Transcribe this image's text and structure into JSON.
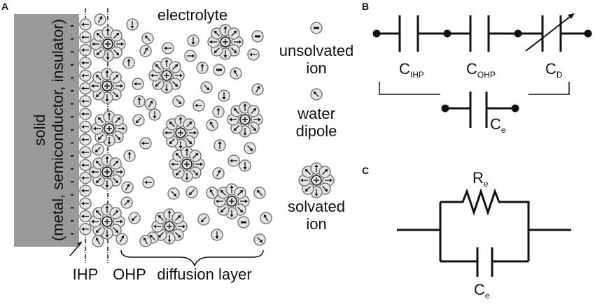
{
  "panels": {
    "a": "A",
    "b": "B",
    "c": "C"
  },
  "panel_a": {
    "solid_label_line1": "solid",
    "solid_label_line2": "(metal, semiconductor, insulator)",
    "electrolyte_label": "electrolyte",
    "ihp_label": "IHP",
    "ohp_label": "OHP",
    "diffusion_label": "diffusion layer",
    "legend": {
      "unsolvated_line1": "unsolvated",
      "unsolvated_line2": "ion",
      "water_line1": "water",
      "water_line2": "dipole",
      "solvated_line1": "solvated",
      "solvated_line2": "ion"
    },
    "colors": {
      "solid": "#9a9a9a",
      "molecule_fill": "#e6e6e6",
      "molecule_stroke": "#777777"
    }
  },
  "panel_b": {
    "c_ihp": {
      "main": "C",
      "sub": "IHP"
    },
    "c_ohp": {
      "main": "C",
      "sub": "OHP"
    },
    "c_d": {
      "main": "C",
      "sub": "D"
    },
    "c_e": {
      "main": "C",
      "sub": "e"
    }
  },
  "panel_c": {
    "r_e": {
      "main": "R",
      "sub": "e"
    },
    "c_e": {
      "main": "C",
      "sub": "e"
    }
  }
}
